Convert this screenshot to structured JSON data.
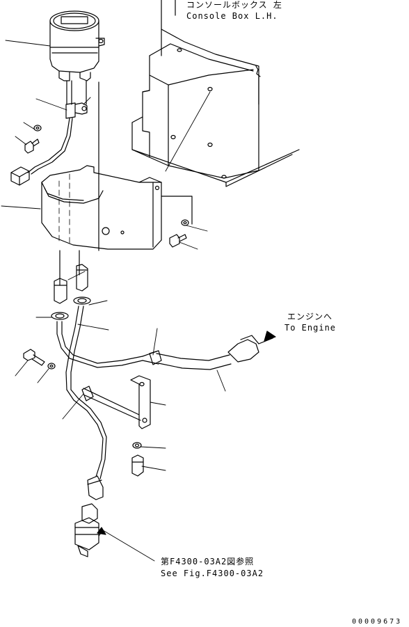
{
  "labels": {
    "console_jp": "コンソールボックス 左",
    "console_en": "Console Box L.H.",
    "engine_jp": "エンジンへ",
    "engine_en": "To Engine",
    "ref_jp": "第F4300-03A2図参照",
    "ref_en": "See Fig.F4300-03A2",
    "drawing_number": "00009673"
  },
  "colors": {
    "line": "#000000",
    "background": "#ffffff"
  }
}
